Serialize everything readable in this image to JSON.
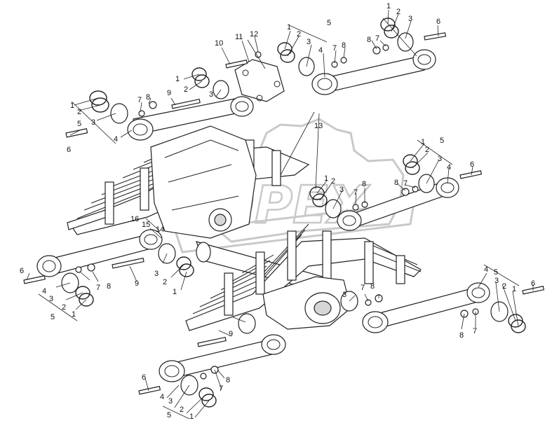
{
  "watermark": {
    "text": "OPEX"
  },
  "callouts": [
    "1",
    "2",
    "3",
    "4",
    "5",
    "6",
    "7",
    "8",
    "9",
    "10",
    "11",
    "12",
    "13",
    "14",
    "15",
    "16"
  ]
}
